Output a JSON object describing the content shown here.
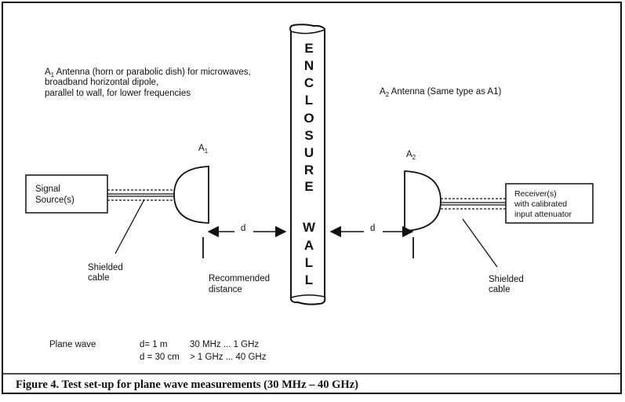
{
  "wall": {
    "word_top": [
      "E",
      "N",
      "C",
      "L",
      "O",
      "S",
      "U",
      "R",
      "E"
    ],
    "word_bottom": [
      "W",
      "A",
      "L",
      "L"
    ]
  },
  "a1_desc": {
    "prefix": "A",
    "sub": "1",
    "line1": " Antenna (horn or parabolic dish) for microwaves,",
    "line2": "broadband horizontal dipole,",
    "line3": "parallel to wall, for lower frequencies"
  },
  "a2_desc": {
    "prefix": "A",
    "sub": "2",
    "text": "  Antenna (Same type as A1)"
  },
  "a1_label": {
    "main": "A",
    "sub": "1"
  },
  "a2_label": {
    "main": "A",
    "sub": "2"
  },
  "source_box": {
    "line1": "Signal",
    "line2": "Source(s)"
  },
  "receiver_box": {
    "line1": "Receiver(s)",
    "line2": "with calibrated",
    "line3": "input attenuator"
  },
  "distance_left": "d",
  "distance_right": "d",
  "shielded_left": {
    "line1": "Shielded",
    "line2": "cable"
  },
  "shielded_right": {
    "line1": "Shielded",
    "line2": "cable"
  },
  "recommended": {
    "line1": "Recommended",
    "line2": "distance"
  },
  "plane_wave": {
    "label": "Plane wave",
    "rows": [
      {
        "d": "d=  1 m",
        "range": "30 MHz ... 1 GHz"
      },
      {
        "d": "d =  30 cm",
        "range": "> 1 GHz ... 40 GHz"
      }
    ]
  },
  "caption": "Figure 4. Test set-up for plane wave measurements (30 MHz – 40 GHz)"
}
